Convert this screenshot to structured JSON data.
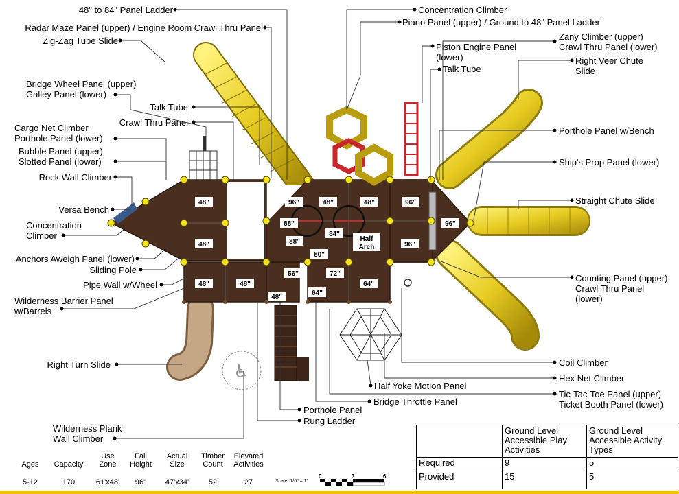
{
  "labels_left": [
    {
      "id": "panel-ladder",
      "lines": [
        "48\" to 84\" Panel Ladder"
      ]
    },
    {
      "id": "radar-maze",
      "lines": [
        "Radar Maze Panel (upper) / Engine Room Crawl Thru Panel"
      ]
    },
    {
      "id": "zigzag-slide",
      "lines": [
        "Zig-Zag Tube Slide"
      ]
    },
    {
      "id": "bridge-wheel",
      "lines": [
        "Bridge Wheel Panel (upper)",
        "Galley Panel (lower)"
      ]
    },
    {
      "id": "talk-tube-left",
      "lines": [
        "Talk Tube"
      ]
    },
    {
      "id": "crawl-thru",
      "lines": [
        "Crawl Thru Panel"
      ]
    },
    {
      "id": "cargo-net",
      "lines": [
        "Cargo Net Climber",
        "Porthole Panel (lower)"
      ]
    },
    {
      "id": "bubble-panel",
      "lines": [
        "Bubble Panel (upper)",
        "Slotted Panel (lower)"
      ]
    },
    {
      "id": "rock-wall",
      "lines": [
        "Rock Wall Climber"
      ]
    },
    {
      "id": "versa-bench",
      "lines": [
        "Versa Bench"
      ]
    },
    {
      "id": "concentration-left",
      "lines": [
        "Concentration",
        "Climber"
      ]
    },
    {
      "id": "anchors-aweigh",
      "lines": [
        "Anchors Aweigh Panel (lower)"
      ]
    },
    {
      "id": "sliding-pole",
      "lines": [
        "Sliding Pole"
      ]
    },
    {
      "id": "pipe-wall",
      "lines": [
        "Pipe Wall w/Wheel"
      ]
    },
    {
      "id": "wilderness-barrier",
      "lines": [
        "Wilderness Barrier Panel",
        "w/Barrels"
      ]
    },
    {
      "id": "right-turn-slide",
      "lines": [
        "Right Turn Slide"
      ]
    },
    {
      "id": "wilderness-plank",
      "lines": [
        "Wilderness Plank",
        "Wall Climber"
      ]
    }
  ],
  "labels_right": [
    {
      "id": "concentration-top",
      "lines": [
        "Concentration Climber"
      ]
    },
    {
      "id": "piano-panel",
      "lines": [
        "Piano Panel (upper) / Ground to 48\" Panel Ladder"
      ]
    },
    {
      "id": "zany-climber",
      "lines": [
        "Zany Climber (upper)",
        "Crawl Thru Panel (lower)"
      ]
    },
    {
      "id": "piston-engine",
      "lines": [
        "Piston Engine Panel",
        "(lower)"
      ]
    },
    {
      "id": "right-veer",
      "lines": [
        "Right Veer Chute",
        "Slide"
      ]
    },
    {
      "id": "talk-tube-right",
      "lines": [
        "Talk Tube"
      ]
    },
    {
      "id": "porthole-bench",
      "lines": [
        "Porthole Panel w/Bench"
      ]
    },
    {
      "id": "ships-prop",
      "lines": [
        "Ship's Prop Panel (lower)"
      ]
    },
    {
      "id": "straight-chute",
      "lines": [
        "Straight Chute Slide"
      ]
    },
    {
      "id": "counting-panel",
      "lines": [
        "Counting Panel (upper)",
        "Crawl Thru Panel",
        "(lower)"
      ]
    },
    {
      "id": "coil-climber",
      "lines": [
        "Coil Climber"
      ]
    },
    {
      "id": "hex-net",
      "lines": [
        "Hex Net Climber"
      ]
    },
    {
      "id": "tic-tac-toe",
      "lines": [
        "Tic-Tac-Toe Panel (upper)",
        "Ticket Booth Panel (lower)"
      ]
    },
    {
      "id": "half-yoke",
      "lines": [
        "Half Yoke Motion Panel"
      ]
    },
    {
      "id": "bridge-throttle",
      "lines": [
        "Bridge Throttle Panel"
      ]
    },
    {
      "id": "porthole-panel",
      "lines": [
        "Porthole Panel"
      ]
    },
    {
      "id": "rung-ladder",
      "lines": [
        "Rung Ladder"
      ]
    }
  ],
  "decks": [
    "48\"",
    "48\"",
    "48\"",
    "48\"",
    "48\"",
    "96\"",
    "48\"",
    "48\"",
    "96\"",
    "96\"",
    "88\"",
    "84\"",
    "88\"",
    "Half",
    "Arch",
    "96\"",
    "80\"",
    "56\"",
    "72\"",
    "64\"",
    "64\""
  ],
  "specs": {
    "headers": [
      [
        "Ages"
      ],
      [
        "Capacity"
      ],
      [
        "Use",
        "Zone"
      ],
      [
        "Fall",
        "Height"
      ],
      [
        "Actual",
        "Size"
      ],
      [
        "Timber",
        "Count"
      ],
      [
        "Elevated",
        "Activities"
      ]
    ],
    "values": [
      "5-12",
      "170",
      "61'x48'",
      "96\"",
      "47'x34'",
      "52",
      "27"
    ]
  },
  "scale": {
    "label": "Scale: 1/6\" = 1'",
    "ticks": [
      "0",
      "3",
      "6"
    ]
  },
  "accessibility": {
    "col1": [
      "Ground Level",
      "Accessible Play",
      "Activities"
    ],
    "col2": [
      "Ground Level",
      "Accessible Activity",
      "Types"
    ],
    "rows": [
      {
        "label": "Required",
        "play": "9",
        "types": "5"
      },
      {
        "label": "Provided",
        "play": "15",
        "types": "5"
      }
    ]
  },
  "colors": {
    "deck": "#4a2e1f",
    "deck_line": "#2a180f",
    "slide_yellow": "#e8cf2a",
    "slide_tan": "#b59978",
    "post": "#f4e21a",
    "red": "#c8262b"
  }
}
